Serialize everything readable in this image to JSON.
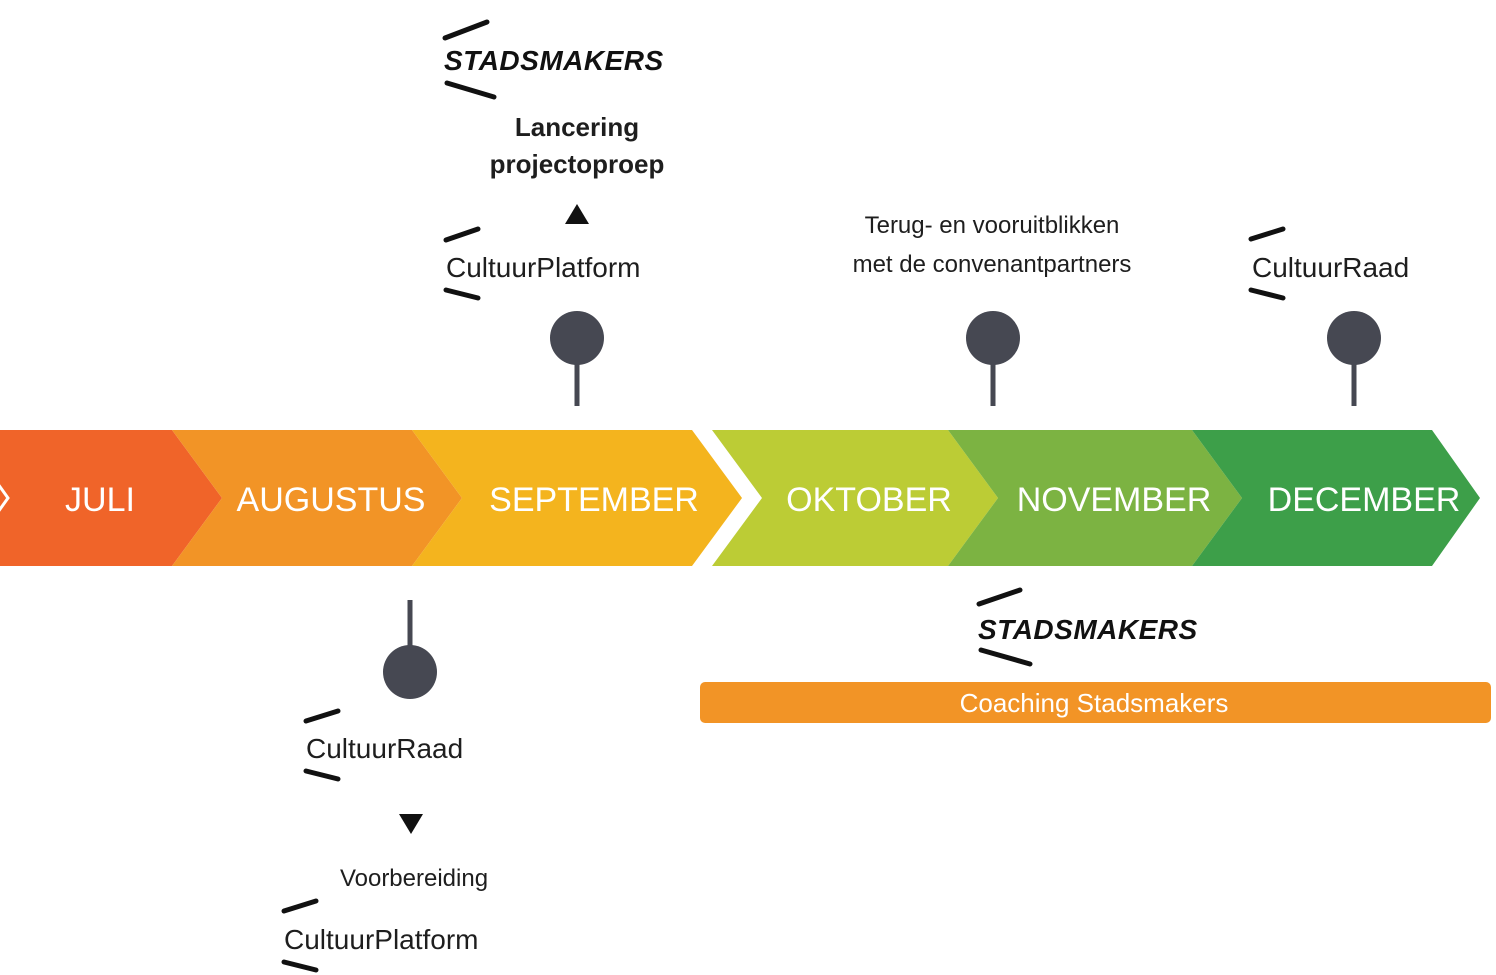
{
  "colors": {
    "juli": "#f06429",
    "augustus": "#f29426",
    "september": "#f4b41e",
    "oktober": "#bccc35",
    "november": "#7cb342",
    "december": "#3d9f49",
    "marker": "#464852",
    "coaching_bar": "#f29426",
    "text": "#1e1e1e",
    "brand_mark": "#111111"
  },
  "months": [
    {
      "label": "JULI"
    },
    {
      "label": "AUGUSTUS"
    },
    {
      "label": "SEPTEMBER"
    },
    {
      "label": "OKTOBER"
    },
    {
      "label": "NOVEMBER"
    },
    {
      "label": "DECEMBER"
    }
  ],
  "september_event": {
    "brand": "STADSMAKERS",
    "launch_line1": "Lancering",
    "launch_line2": "projectoproep",
    "platform": "CultuurPlatform"
  },
  "oktober_event": {
    "line1": "Terug- en vooruitblikken",
    "line2": "met de convenantpartners"
  },
  "december_event": {
    "council": "CultuurRaad"
  },
  "augustus_event": {
    "council": "CultuurRaad",
    "prep": "Voorbereiding",
    "platform": "CultuurPlatform"
  },
  "coaching": {
    "brand": "STADSMAKERS",
    "label": "Coaching Stadsmakers"
  }
}
